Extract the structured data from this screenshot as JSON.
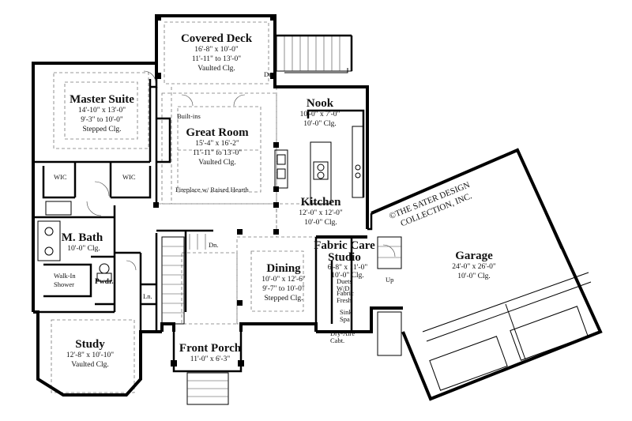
{
  "rooms": {
    "covered_deck": {
      "name": "Covered Deck",
      "dims": "16'-8\" x 10'-0\"",
      "ceiling1": "11'-11\" to 13'-0\"",
      "ceiling2": "Vaulted Clg."
    },
    "master_suite": {
      "name": "Master Suite",
      "dims": "14'-10\" x 13'-0\"",
      "ceiling1": "9'-3\" to 10'-0\"",
      "ceiling2": "Stepped Clg."
    },
    "great_room": {
      "name": "Great Room",
      "dims": "15'-4\" x 16'-2\"",
      "ceiling1": "11'-11\" to 13'-0\"",
      "ceiling2": "Vaulted Clg."
    },
    "nook": {
      "name": "Nook",
      "dims": "10'-0\" x 7'-0\"",
      "ceiling1": "10'-0\" Clg."
    },
    "kitchen": {
      "name": "Kitchen",
      "dims": "12'-0\" x 12'-0\"",
      "ceiling1": "10'-0\" Clg."
    },
    "m_bath": {
      "name": "M. Bath",
      "ceiling1": "10'-0\" Clg."
    },
    "dining": {
      "name": "Dining",
      "dims": "10'-0\" x 12'-6\"",
      "ceiling1": "9'-7\" to 10'-0\"",
      "ceiling2": "Stepped Clg."
    },
    "fabric_care": {
      "name1": "Fabric Care",
      "name2": "Studio",
      "dims": "6'-8\" x 11'-0\"",
      "ceiling1": "10'-0\" Clg."
    },
    "garage": {
      "name": "Garage",
      "dims": "24'-0\" x 26'-0\"",
      "ceiling1": "10'-0\" Clg."
    },
    "study": {
      "name": "Study",
      "dims": "12'-8\" x 10'-10\"",
      "ceiling1": "Vaulted Clg."
    },
    "front_porch": {
      "name": "Front Porch",
      "dims": "11'-0\" x 6'-3\""
    }
  },
  "labels": {
    "wic_left": "WIC",
    "wic_right": "WIC",
    "walk_in_shower_1": "Walk-In",
    "walk_in_shower_2": "Shower",
    "powder": "Pwdr.",
    "linen": "Ln.",
    "built_ins": "Built-ins",
    "fireplace": "Fireplace w/ Raised Hearth",
    "down_deck": "Dn.",
    "down_stair": "Dn.",
    "up": "Up",
    "duets_1": "Duets",
    "duets_2": "W/D",
    "fabric_fresh_1": "Fabric",
    "fabric_fresh_2": "Fresh",
    "sink_spa_1": "Sink",
    "sink_spa_2": "Spa",
    "dry_aire_1": "Dry-Aire",
    "dry_aire_2": "Cabt."
  },
  "copyright": {
    "line1": "©THE SATER DESIGN",
    "line2": "COLLECTION, INC."
  }
}
